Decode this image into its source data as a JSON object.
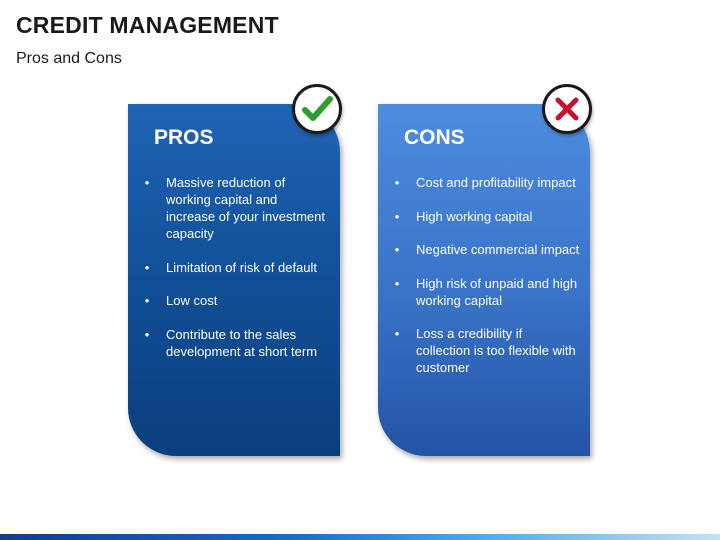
{
  "header": {
    "title": "CREDIT MANAGEMENT",
    "subtitle": "Pros and Cons"
  },
  "pros": {
    "title": "PROS",
    "icon": "check-icon",
    "color": "#114f98",
    "items": [
      "Massive reduction of working capital and increase of your investment capacity",
      "Limitation of risk of default",
      "Low cost",
      "Contribute to the sales development at short term"
    ]
  },
  "cons": {
    "title": "CONS",
    "icon": "cross-icon",
    "color": "#3972c6",
    "items": [
      "Cost and profitability impact",
      "High working capital",
      "Negative commercial impact",
      "High risk of unpaid and high working capital",
      "Loss a credibility if collection is too flexible with customer"
    ]
  },
  "colors": {
    "check": "#2e9e2e",
    "cross": "#c8102e"
  }
}
